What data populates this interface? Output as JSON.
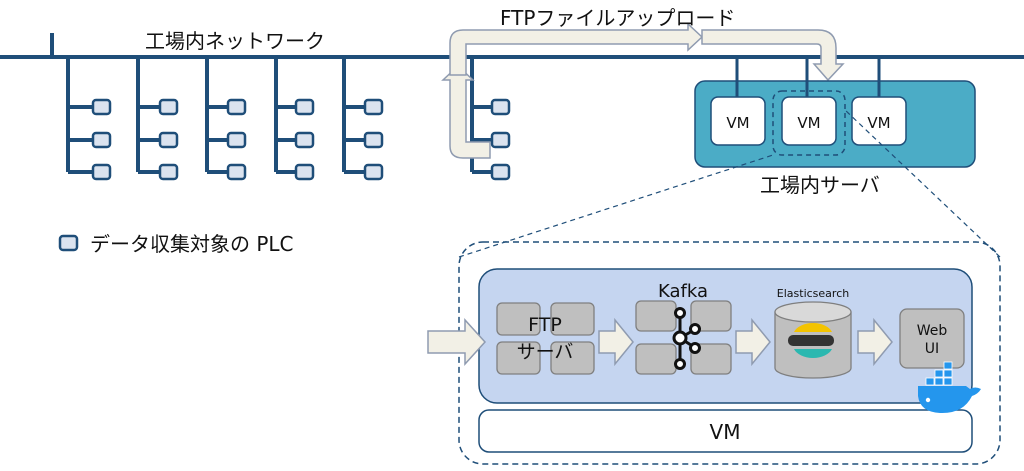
{
  "labels": {
    "network": "工場内ネットワーク",
    "ftp_upload": "FTPファイルアップロード",
    "server": "工場内サーバ",
    "legend": "データ収集対象の PLC",
    "vm1": "VM",
    "vm2": "VM",
    "vm3": "VM",
    "ftp_server_line1": "FTP",
    "ftp_server_line2": "サーバ",
    "kafka": "Kafka",
    "elasticsearch": "Elasticsearch",
    "webui_line1": "Web",
    "webui_line2": "UI",
    "vm_bar": "VM"
  },
  "colors": {
    "network_line": "#1f4e79",
    "server_box": "#4bacc6",
    "vm_detail_bg": "#c5d5f0",
    "arrow_fill": "#f2f0e6"
  },
  "icons": {
    "plc": "plc-square-icon",
    "kafka": "kafka-logo-icon",
    "elasticsearch": "elasticsearch-logo-icon",
    "docker": "docker-whale-icon"
  }
}
